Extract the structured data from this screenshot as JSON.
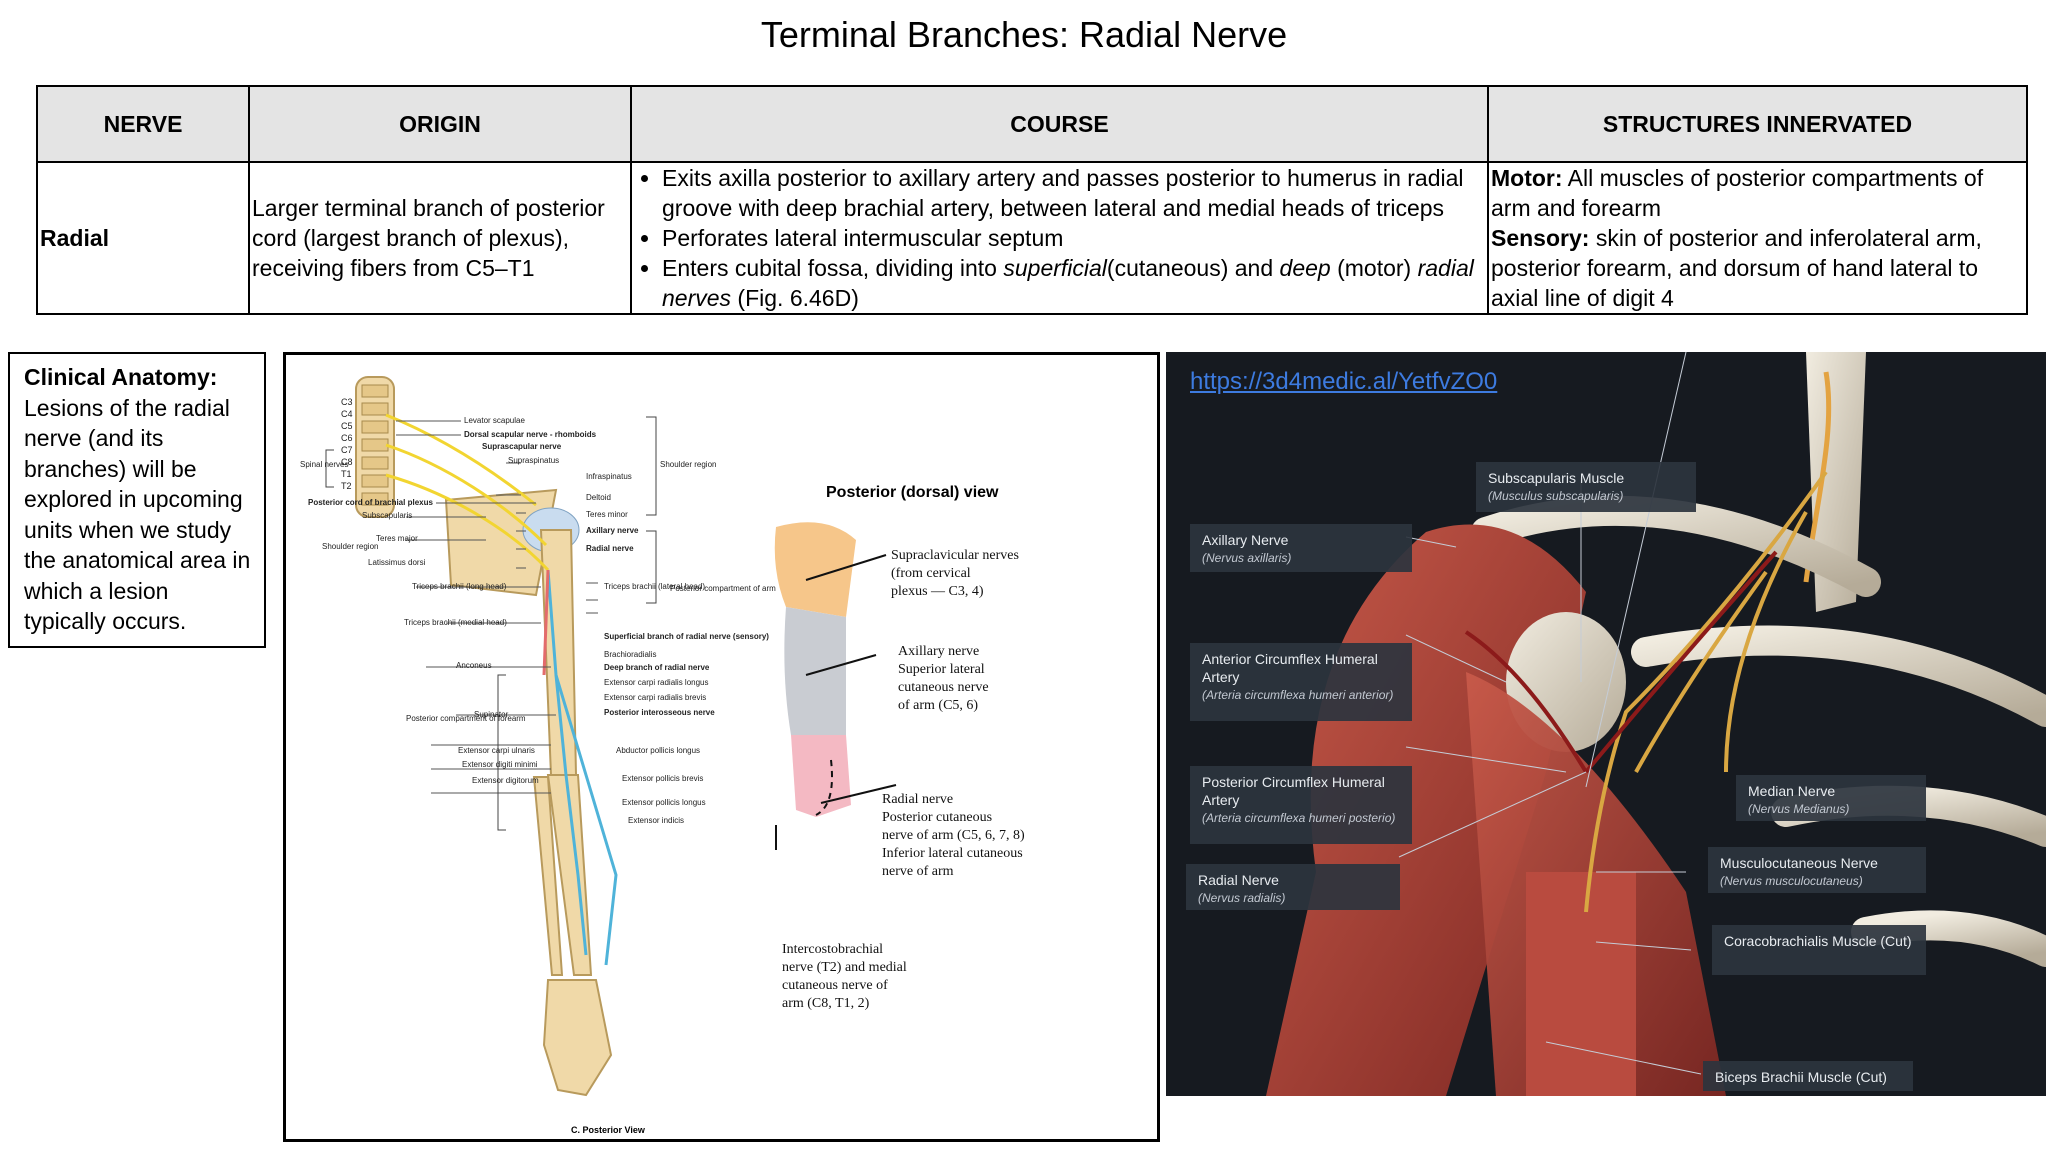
{
  "title": "Terminal Branches: Radial Nerve",
  "table": {
    "headers": [
      "NERVE",
      "ORIGIN",
      "COURSE",
      "STRUCTURES INNERVATED"
    ],
    "nerve": "Radial",
    "origin": "Larger terminal branch of posterior cord (largest branch of plexus), receiving fibers from C5–T1",
    "course": {
      "b1": "Exits axilla posterior to axillary artery and passes posterior to humerus in radial groove with deep brachial artery, between lateral and medial heads of triceps",
      "b2": "Perforates lateral intermuscular septum",
      "b3_pre": "Enters cubital fossa, dividing into ",
      "b3_i1": "superficial",
      "b3_mid": "(cutaneous) and ",
      "b3_i2": "deep",
      "b3_mid2": " (motor) ",
      "b3_i3": "radial nerves",
      "b3_post": " (Fig. 6.46D)"
    },
    "motor_label": "Motor:",
    "motor_text": " All muscles of posterior compartments of arm and forearm",
    "sensory_label": "Sensory:",
    "sensory_text": " skin of posterior and inferolateral arm, posterior forearm, and dorsum of hand lateral to axial line of digit 4"
  },
  "clinical": {
    "heading": "Clinical Anatomy:",
    "text": "Lesions of the radial nerve (and its branches) will be explored in upcoming units when we study the anatomical area in which a lesion typically occurs."
  },
  "figure": {
    "spine_labels": [
      "C3",
      "C4",
      "C5",
      "C6",
      "C7",
      "C8",
      "T1",
      "T2"
    ],
    "spinal_nerves": "Spinal nerves",
    "left_labels": [
      "Posterior cord of brachial plexus",
      "Subscapularis",
      "Shoulder region",
      "Teres major",
      "Latissimus dorsi",
      "Triceps brachii (long head)",
      "Triceps brachii (medial head)",
      "Anconeus",
      "Supinator",
      "Posterior compartment of forearm",
      "Extensor carpi ulnaris",
      "Extensor digiti minimi",
      "Extensor digitorum"
    ],
    "right_labels": [
      "Levator scapulae",
      "Dorsal scapular nerve - rhomboids",
      "Suprascapular nerve",
      "Supraspinatus",
      "Infraspinatus",
      "Deltoid",
      "Teres minor",
      "Axillary nerve",
      "Radial nerve",
      "Triceps brachii (lateral head)",
      "Superficial branch of radial nerve (sensory)",
      "Brachioradialis",
      "Deep branch of radial nerve",
      "Extensor carpi radialis longus",
      "Extensor carpi radialis brevis",
      "Posterior interosseous nerve",
      "Abductor pollicis longus",
      "Extensor pollicis brevis",
      "Extensor pollicis longus",
      "Extensor indicis"
    ],
    "bracket_labels": [
      "Shoulder region",
      "Posterior compartment of arm"
    ],
    "caption": "C. Posterior View",
    "view_title": "Posterior (dorsal) view",
    "arm_labels": {
      "supraclav": [
        "Supraclavicular nerves",
        "(from cervical",
        "plexus — C3, 4)"
      ],
      "axillary": [
        "Axillary nerve",
        "Superior lateral",
        "cutaneous nerve",
        "of arm (C5, 6)"
      ],
      "radial": [
        "Radial nerve",
        "Posterior cutaneous",
        "nerve of arm (C5, 6, 7, 8)",
        "Inferior lateral cutaneous",
        "nerve of arm"
      ],
      "intercosto": [
        "Intercostobrachial",
        "nerve (T2) and medial",
        "cutaneous nerve of",
        "arm (C8, T1, 2)"
      ]
    },
    "colors": {
      "nerve": "#f2d531",
      "radial": "#4fb3d9",
      "bone": "#f0d9a8",
      "pink": "#f4b9c3",
      "orange": "#f6c68a",
      "gray": "#c9ccd2"
    }
  },
  "photo": {
    "link": "https://3d4medic.al/YetfvZO0",
    "labels": [
      {
        "name": "Subscapularis Muscle",
        "latin": "(Musculus subscapularis)"
      },
      {
        "name": "Axillary Nerve",
        "latin": "(Nervus axillaris)"
      },
      {
        "name": "Anterior Circumflex Humeral Artery",
        "latin": "(Arteria circumflexa humeri anterior)"
      },
      {
        "name": "Posterior Circumflex Humeral Artery",
        "latin": "(Arteria circumflexa humeri posterio)"
      },
      {
        "name": "Radial Nerve",
        "latin": "(Nervus radialis)"
      },
      {
        "name": "Median Nerve",
        "latin": "(Nervus Medianus)"
      },
      {
        "name": "Musculocutaneous Nerve",
        "latin": "(Nervus musculocutaneus)"
      },
      {
        "name": "Coracobrachialis Muscle (Cut)",
        "latin": ""
      },
      {
        "name": "Biceps Brachii Muscle (Cut)",
        "latin": ""
      }
    ]
  }
}
